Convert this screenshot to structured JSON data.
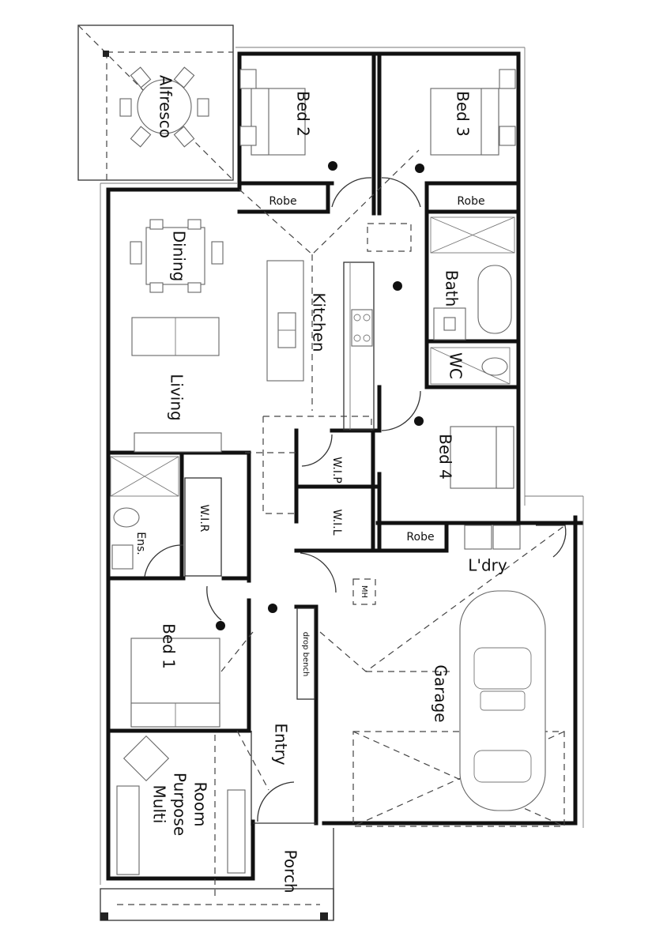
{
  "plan": {
    "rooms": {
      "alfresco": "Alfresco",
      "bed2": "Bed 2",
      "bed3": "Bed 3",
      "robe_bed2": "Robe",
      "robe_bed3": "Robe",
      "dining": "Dining",
      "kitchen": "Kitchen",
      "living": "Living",
      "bath": "Bath",
      "wc": "WC",
      "bed4": "Bed 4",
      "robe_bed4": "Robe",
      "wip": "W.I.P",
      "wil": "W.I.L",
      "wir": "W.I.R",
      "ens": "Ens.",
      "laundry": "L'dry",
      "mh": "MH",
      "drop_bench": "drop bench",
      "bed1": "Bed 1",
      "garage": "Garage",
      "entry": "Entry",
      "multi_purpose_room": [
        "Multi",
        "Purpose",
        "Room"
      ],
      "porch": "Porch"
    }
  }
}
